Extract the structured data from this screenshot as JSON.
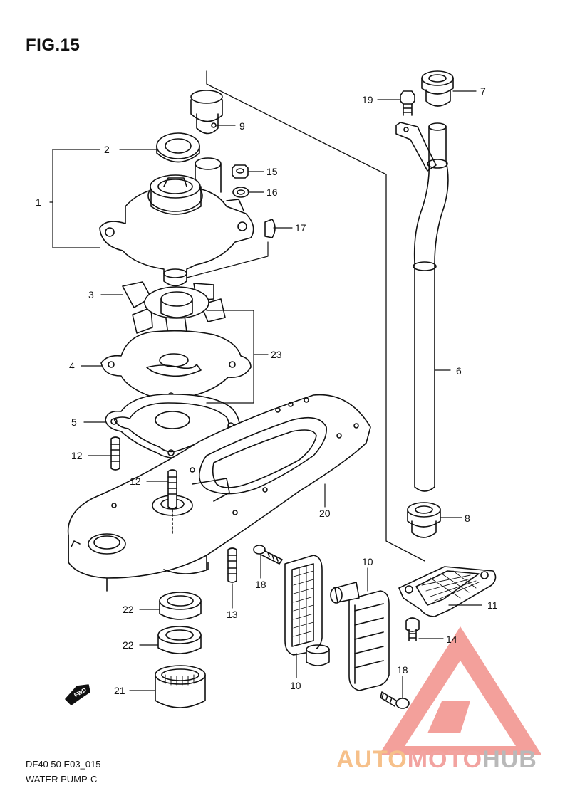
{
  "figure": {
    "title": "FIG.15",
    "drawing_code": "DF40 50 E03_015",
    "caption": "WATER PUMP-C",
    "fwd_label": "FWD"
  },
  "callouts": [
    {
      "id": "c1",
      "label": "1"
    },
    {
      "id": "c2",
      "label": "2"
    },
    {
      "id": "c3",
      "label": "3"
    },
    {
      "id": "c4",
      "label": "4"
    },
    {
      "id": "c5",
      "label": "5"
    },
    {
      "id": "c6",
      "label": "6"
    },
    {
      "id": "c7",
      "label": "7"
    },
    {
      "id": "c8",
      "label": "8"
    },
    {
      "id": "c9",
      "label": "9"
    },
    {
      "id": "c10a",
      "label": "10"
    },
    {
      "id": "c10b",
      "label": "10"
    },
    {
      "id": "c11",
      "label": "11"
    },
    {
      "id": "c12a",
      "label": "12"
    },
    {
      "id": "c12b",
      "label": "12"
    },
    {
      "id": "c13",
      "label": "13"
    },
    {
      "id": "c14",
      "label": "14"
    },
    {
      "id": "c15",
      "label": "15"
    },
    {
      "id": "c16",
      "label": "16"
    },
    {
      "id": "c17",
      "label": "17"
    },
    {
      "id": "c18a",
      "label": "18"
    },
    {
      "id": "c18b",
      "label": "18"
    },
    {
      "id": "c19",
      "label": "19"
    },
    {
      "id": "c20",
      "label": "20"
    },
    {
      "id": "c21",
      "label": "21"
    },
    {
      "id": "c22a",
      "label": "22"
    },
    {
      "id": "c22b",
      "label": "22"
    },
    {
      "id": "c23",
      "label": "23"
    }
  ],
  "watermark": {
    "part1": "AUTO",
    "part2": "MOTO",
    "part3": "HUB",
    "colors": {
      "auto": "#f6c08a",
      "moto": "#f2a3a0",
      "hub": "#b9b9b9",
      "logo": "#f08a84"
    }
  }
}
